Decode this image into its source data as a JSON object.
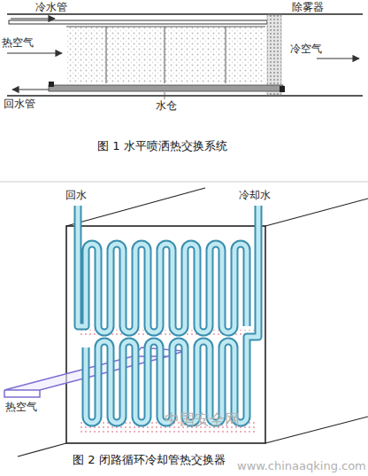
{
  "diagram": {
    "labels": [
      "冷水管",
      "除雾器",
      "热空气",
      "冷空气",
      "回水管",
      "水仓",
      "图 1 水平喷洒热交换系统",
      "回水",
      "冷却水",
      "热空气",
      "图 2 闭路循环冷却管热交换器",
      "中国安全网",
      "www.chinaaqking.com"
    ]
  }
}
